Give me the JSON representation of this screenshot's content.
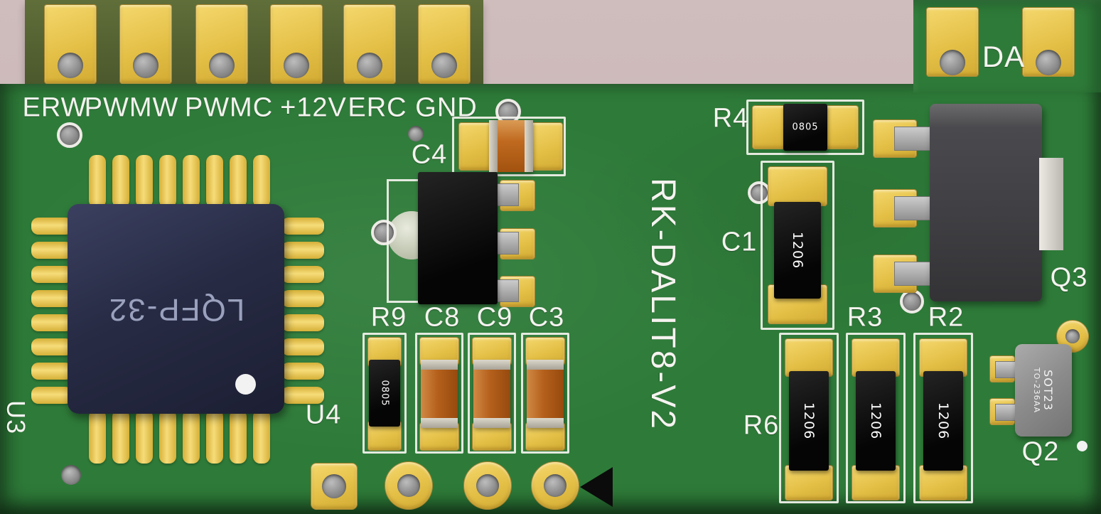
{
  "colors": {
    "background": "#c8b5b5",
    "pcb_green": "#2e7b39",
    "pad_gold": "#e8c44c",
    "silkscreen": "#f4f3ef",
    "ceramic_orange": "#b4601b",
    "chip_black": "#0d0d0d",
    "ic_body_navy": "#272b40",
    "q3_gray": "#474749"
  },
  "connector": {
    "labels": [
      "ERW",
      "PWMW",
      "PWMC",
      "+12V",
      "ERC",
      "GND"
    ]
  },
  "title": {
    "text": "RK-DALIT8-V2"
  },
  "ic": {
    "package": "LQFP-32"
  },
  "labels": {
    "u3": "U3",
    "u4": "U4",
    "c4": "C4",
    "r9": "R9",
    "c8": "C8",
    "c9": "C9",
    "c3": "C3",
    "r4": "R4",
    "c1": "C1",
    "r3": "R3",
    "r2": "R2",
    "r6": "R6",
    "q3": "Q3",
    "q2": "Q2",
    "da": "DA"
  },
  "markings": {
    "r4": "0805",
    "r9": "0805",
    "c1": "1206",
    "r6a": "1206",
    "r6b": "1206",
    "r6c": "1206",
    "q2_package": "SOT23",
    "q2_standard": "TO-236AA"
  }
}
